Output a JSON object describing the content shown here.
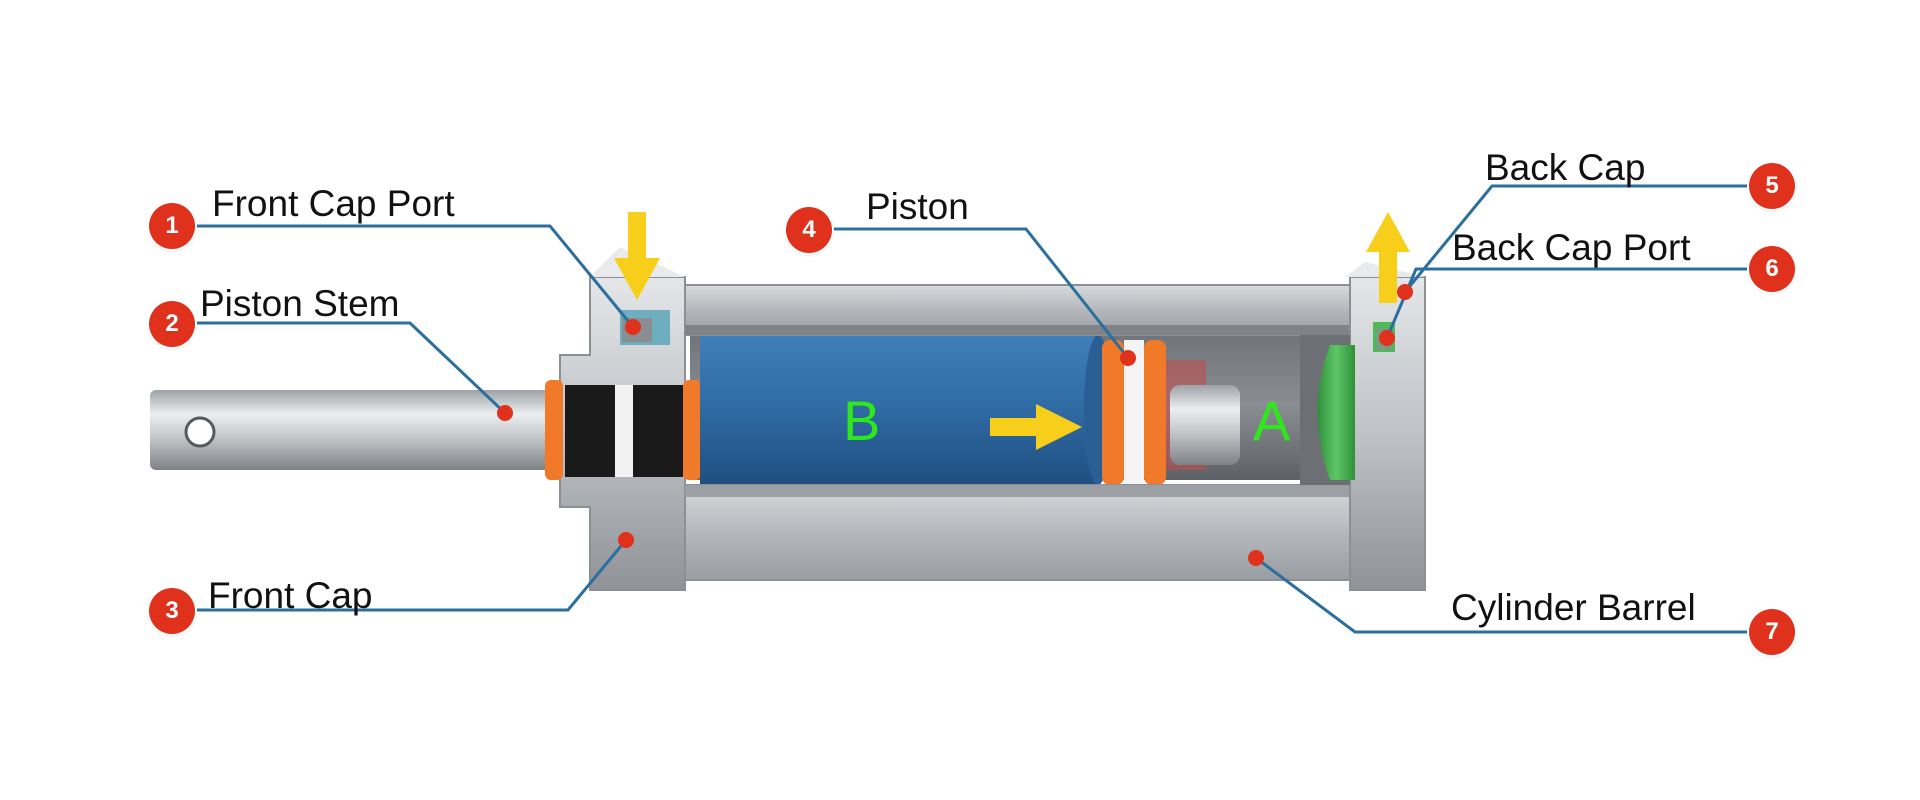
{
  "colors": {
    "badge": "#e0311c",
    "leader_line": "#2b6f9e",
    "chamber_letter": "#2ee81c",
    "flow_arrow": "#f7cf1a",
    "fluid_chamber_b": "#2f6aa3",
    "fluid_chamber_a": "#3fae49",
    "seal": "#f07a2a",
    "steel": "#c9ccd0"
  },
  "callouts": [
    {
      "number": "1",
      "label": "Front Cap Port"
    },
    {
      "number": "2",
      "label": "Piston Stem"
    },
    {
      "number": "3",
      "label": "Front Cap"
    },
    {
      "number": "4",
      "label": "Piston"
    },
    {
      "number": "5",
      "label": "Back Cap"
    },
    {
      "number": "6",
      "label": "Back Cap Port"
    },
    {
      "number": "7",
      "label": "Cylinder Barrel"
    }
  ],
  "chambers": {
    "b": "B",
    "a": "A"
  },
  "icons": {
    "inflow": "arrow-down-icon",
    "outflow": "arrow-up-icon",
    "piston_motion": "arrow-right-icon"
  }
}
